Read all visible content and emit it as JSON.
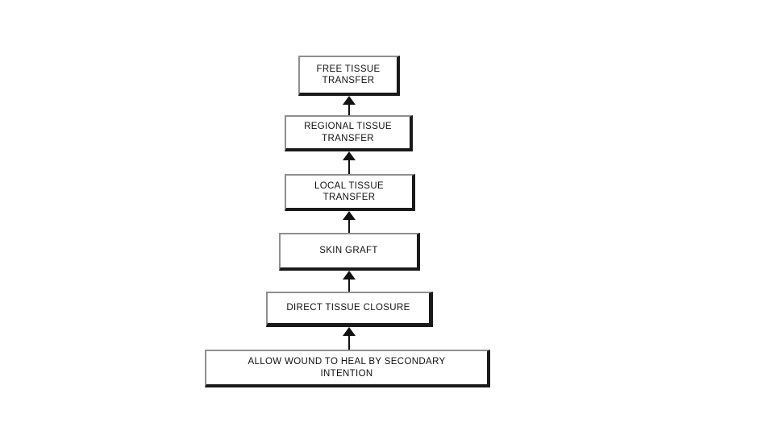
{
  "diagram": {
    "type": "flowchart",
    "orientation": "bottom-to-top",
    "background_color": "#ffffff",
    "box_fill_color": "#ffffff",
    "box_border_color": "#1a1a1a",
    "box_highlight_color": "#8f8f8f",
    "arrow_color": "#111111",
    "text_color": "#111111",
    "nodes": [
      {
        "id": "free-tissue-transfer",
        "label": "FREE TISSUE\nTRANSFER",
        "level": 6
      },
      {
        "id": "regional-tissue-transfer",
        "label": "REGIONAL TISSUE\nTRANSFER",
        "level": 5
      },
      {
        "id": "local-tissue-transfer",
        "label": "LOCAL TISSUE\nTRANSFER",
        "level": 4
      },
      {
        "id": "skin-graft",
        "label": "SKIN GRAFT",
        "level": 3
      },
      {
        "id": "direct-tissue-closure",
        "label": "DIRECT TISSUE CLOSURE",
        "level": 2
      },
      {
        "id": "allow-wound-heal-secondary",
        "label": "ALLOW WOUND TO HEAL BY SECONDARY\nINTENTION",
        "level": 1
      }
    ],
    "edges": [
      {
        "id": "edge-allow-to-direct",
        "from": "allow-wound-heal-secondary",
        "to": "direct-tissue-closure",
        "arrow": "up"
      },
      {
        "id": "edge-direct-to-skin",
        "from": "direct-tissue-closure",
        "to": "skin-graft",
        "arrow": "up"
      },
      {
        "id": "edge-skin-to-local",
        "from": "skin-graft",
        "to": "local-tissue-transfer",
        "arrow": "up"
      },
      {
        "id": "edge-local-to-regional",
        "from": "local-tissue-transfer",
        "to": "regional-tissue-transfer",
        "arrow": "up"
      },
      {
        "id": "edge-regional-to-free",
        "from": "regional-tissue-transfer",
        "to": "free-tissue-transfer",
        "arrow": "up"
      }
    ]
  }
}
